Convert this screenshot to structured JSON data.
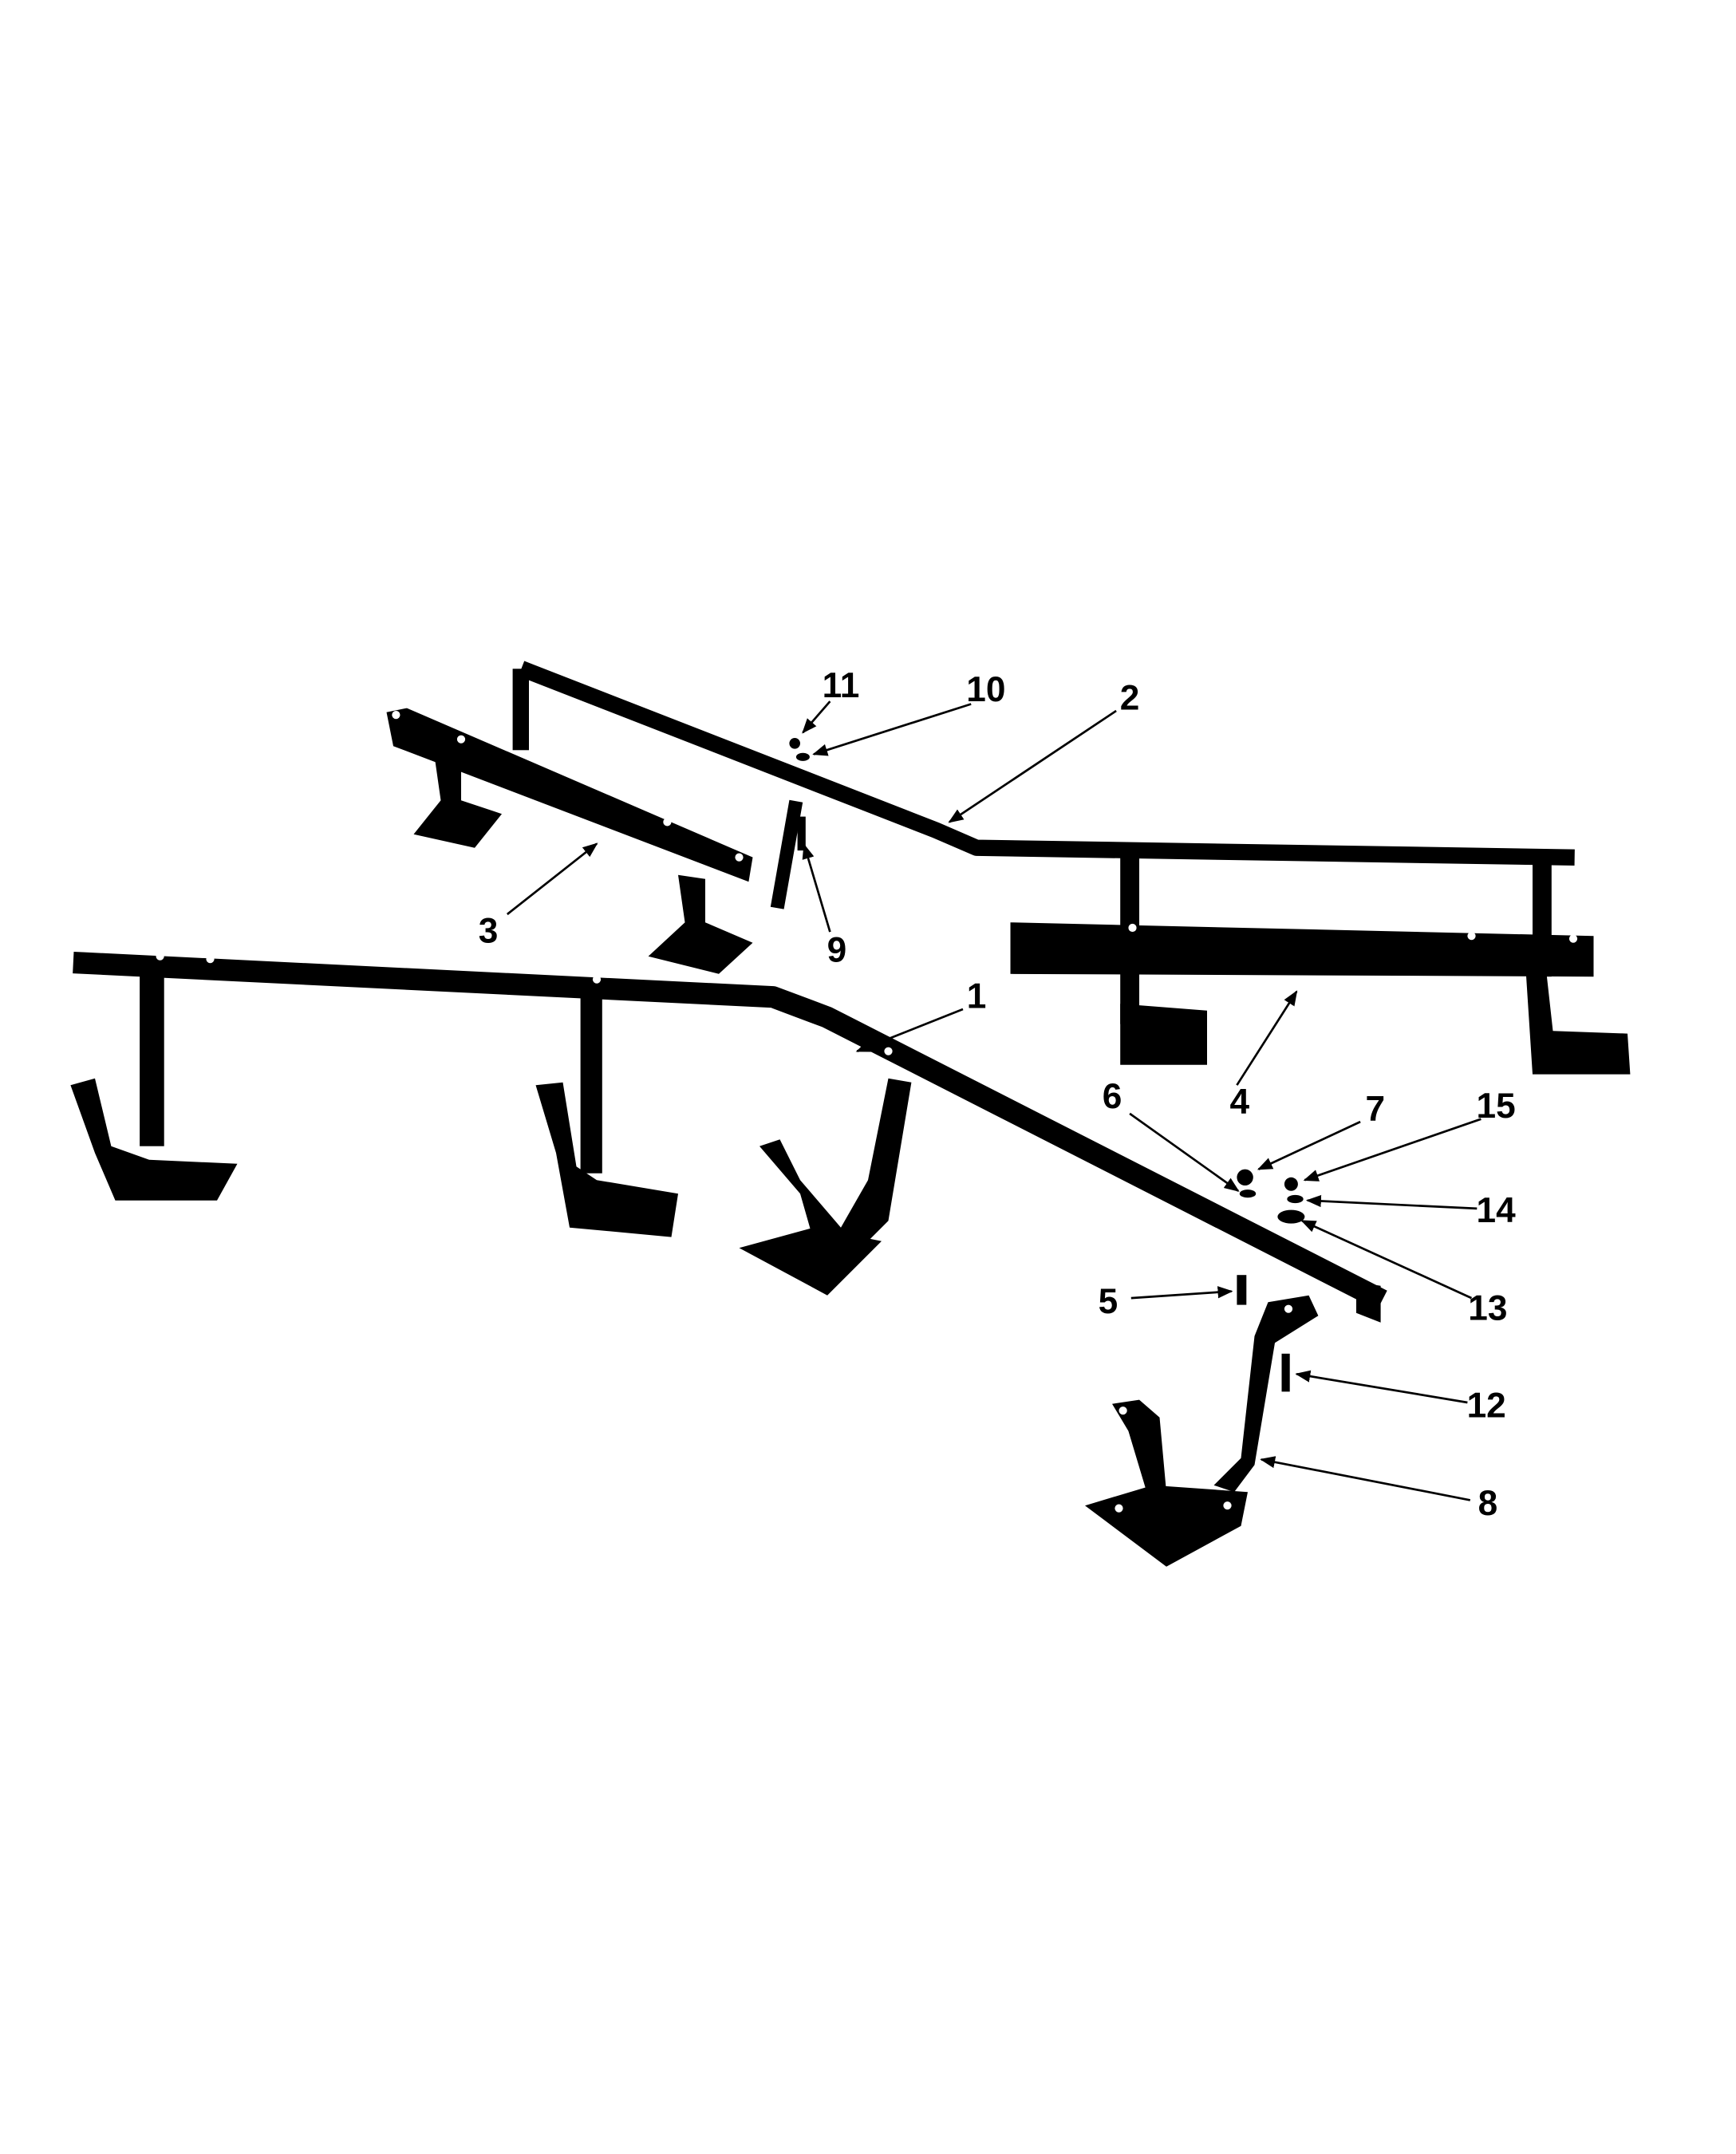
{
  "figure": {
    "type": "exploded parts diagram",
    "callouts": [
      "1",
      "2",
      "3",
      "4",
      "5",
      "6",
      "7",
      "8",
      "9",
      "10",
      "11",
      "12",
      "13",
      "14",
      "15"
    ]
  },
  "colors": {
    "ink": "#000000",
    "paper": "#ffffff"
  }
}
